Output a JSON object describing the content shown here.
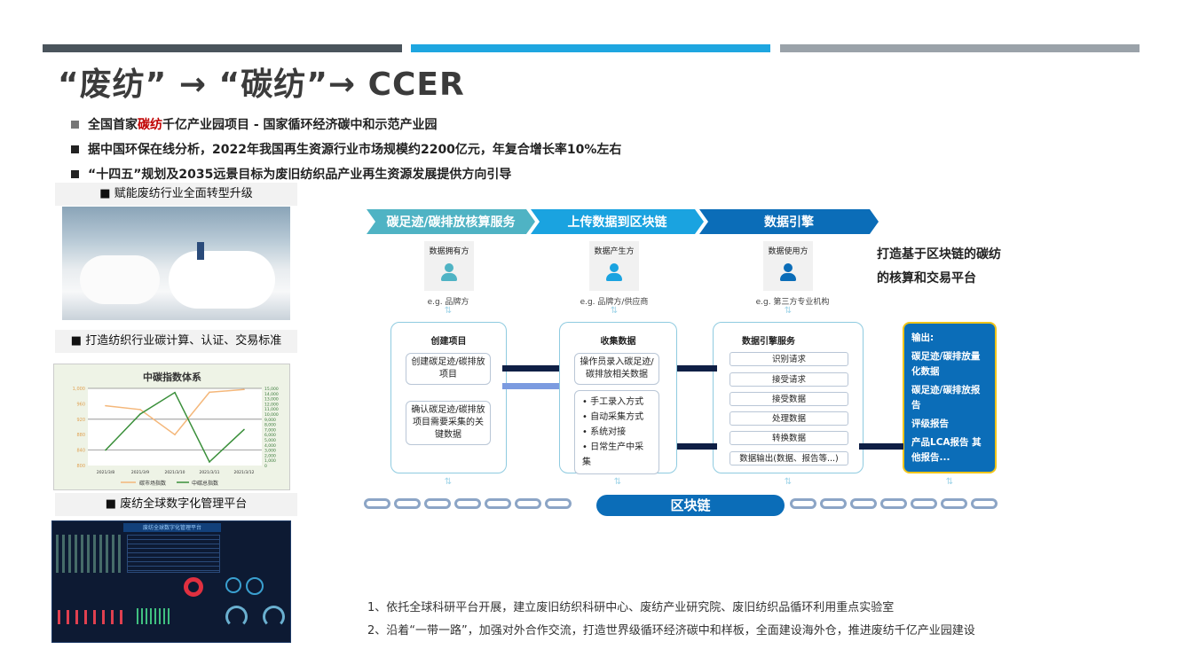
{
  "colors": {
    "bar1": "#4a545c",
    "bar2": "#1ea6e0",
    "bar3": "#9aa2a9",
    "stage1": "#4fb3c4",
    "stage2": "#1aa3e0",
    "stage3": "#0b6db8",
    "highlight": "#c00000",
    "output_border": "#f0c419"
  },
  "title": "“废纺” → “碳纺”→ CCER",
  "bullets": [
    {
      "pre": "全国首家",
      "highlight": "碳纺",
      "post": "千亿产业园项目 - 国家循环经济碳中和示范产业园"
    },
    {
      "pre": "据中国环保在线分析，2022年我国再生资源行业市场规模约2200亿元，年复合增长率10%左右",
      "highlight": "",
      "post": ""
    },
    {
      "pre": "“十四五”规划及2035远景目标为废旧纺织品产业再生资源发展提供方向引导",
      "highlight": "",
      "post": ""
    }
  ],
  "left": {
    "label1": "■ 赋能废纺行业全面转型升级",
    "label2": "■ 打造纺织行业碳计算、认证、交易标准",
    "label3": "■ 废纺全球数字化管理平台"
  },
  "chart_data": {
    "type": "line",
    "title": "中碳指数体系",
    "categories": [
      "2021/3/8",
      "2021/3/9",
      "2021/3/10",
      "2021/3/11",
      "2021/3/12"
    ],
    "series": [
      {
        "name": "碳市场指数",
        "axis": "left",
        "color": "#f4b77a",
        "values": [
          955,
          945,
          880,
          990,
          997
        ]
      },
      {
        "name": "中碳总指数",
        "axis": "right",
        "color": "#3a8f3a",
        "values": [
          3000,
          10000,
          14200,
          700,
          7000
        ]
      }
    ],
    "ylim_left": [
      800,
      1000
    ],
    "yticks_left": [
      "800",
      "840",
      "880",
      "920",
      "960",
      "1,000"
    ],
    "ylim_right": [
      0,
      15000
    ],
    "yticks_right": [
      "0",
      "1,000",
      "2,000",
      "3,000",
      "4,000",
      "5,000",
      "6,000",
      "7,000",
      "8,000",
      "9,000",
      "10,000",
      "11,000",
      "12,000",
      "13,000",
      "14,000",
      "15,000"
    ],
    "legend": "bottom"
  },
  "dashboard_title": "废纺全球数字化管理平台",
  "stages": [
    "碳足迹/碳排放核算服务",
    "上传数据到区块链",
    "数据引擎"
  ],
  "parties": [
    {
      "role": "数据拥有方",
      "eg": "e.g. 品牌方"
    },
    {
      "role": "数据产生方",
      "eg": "e.g. 品牌方/供应商"
    },
    {
      "role": "数据使用方",
      "eg": "e.g. 第三方专业机构"
    }
  ],
  "slogan": [
    "打造基于区块链的碳纺",
    "的核算和交易平台"
  ],
  "create": {
    "title": "创建项目",
    "items": [
      "创建碳足迹/碳排放项目",
      "确认碳足迹/碳排放项目需要采集的关键数据"
    ]
  },
  "collect": {
    "title": "收集数据",
    "item": "操作员录入碳足迹/碳排放相关数据",
    "methods": [
      "• 手工录入方式",
      "• 自动采集方式",
      "• 系统对接",
      "• 日常生产中采集"
    ]
  },
  "engine": {
    "title": "数据引擎服务",
    "steps": [
      "识别请求",
      "接受请求",
      "接受数据",
      "处理数据",
      "转换数据",
      "数据输出(数据、报告等...)"
    ]
  },
  "output": {
    "title": "输出:",
    "items": [
      "碳足迹/碳排放量化数据",
      "碳足迹/碳排放报告",
      "评级报告",
      "产品LCA报告 其他报告..."
    ]
  },
  "arrow_glyph": "⇅",
  "blockchain": "区块链",
  "notes": [
    "1、依托全球科研平台开展，建立废旧纺织科研中心、废纺产业研究院、废旧纺织品循环利用重点实验室",
    "2、沿着“一带一路”，加强对外合作交流，打造世界级循环经济碳中和样板，全面建设海外仓，推进废纺千亿产业园建设"
  ]
}
